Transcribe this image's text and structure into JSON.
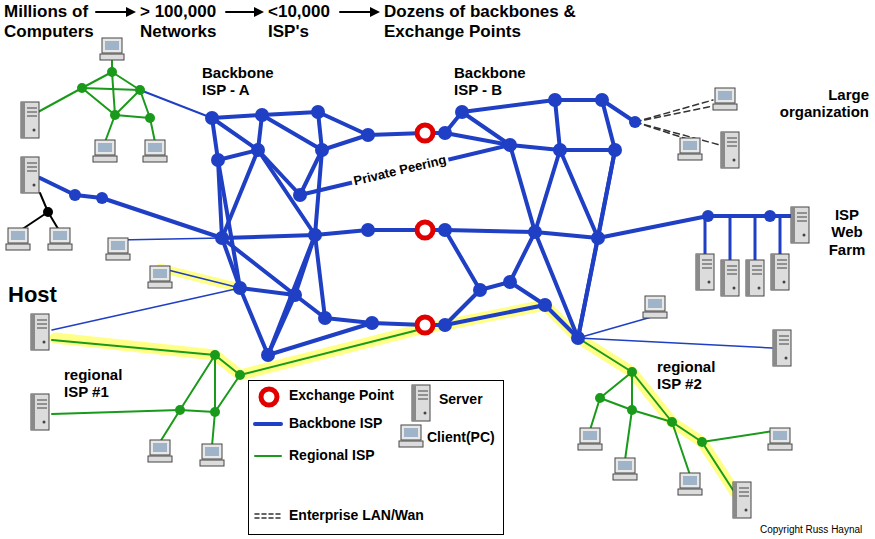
{
  "diagram": {
    "labels": [
      "Millions of Computers",
      "> 100,000 Networks",
      "<10,000 ISP's",
      "Dozens of backbones & Exchange Points",
      "Backbone ISP - A",
      "Backbone ISP - B",
      "Private Peering",
      "Large organization",
      "ISP Web Farm",
      "Host",
      "regional ISP #1",
      "regional ISP #2",
      "Copyright Russ Haynal"
    ],
    "legend": [
      {
        "text": "Exchange Point"
      },
      {
        "text": "Server"
      },
      {
        "text": "Backbone ISP"
      },
      {
        "text": "Client(PC)"
      },
      {
        "text": "Regional ISP"
      },
      {
        "text": "Enterprise LAN/Wan"
      }
    ]
  }
}
